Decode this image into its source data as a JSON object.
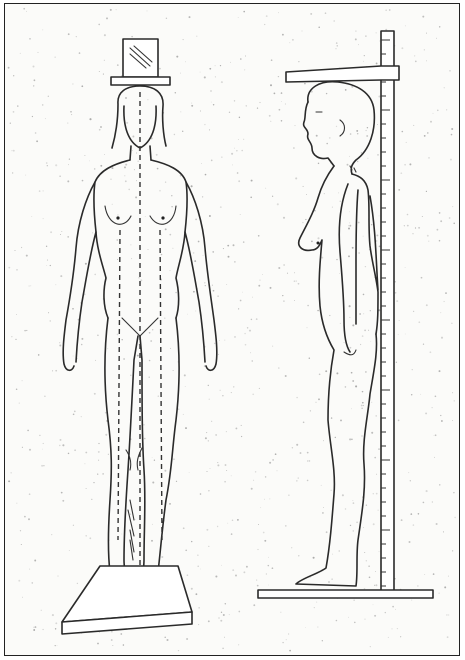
{
  "figure": {
    "subject": "anthropometric-height-measurement",
    "views": [
      "front-view-on-scale",
      "side-view-against-stadiometer"
    ]
  }
}
